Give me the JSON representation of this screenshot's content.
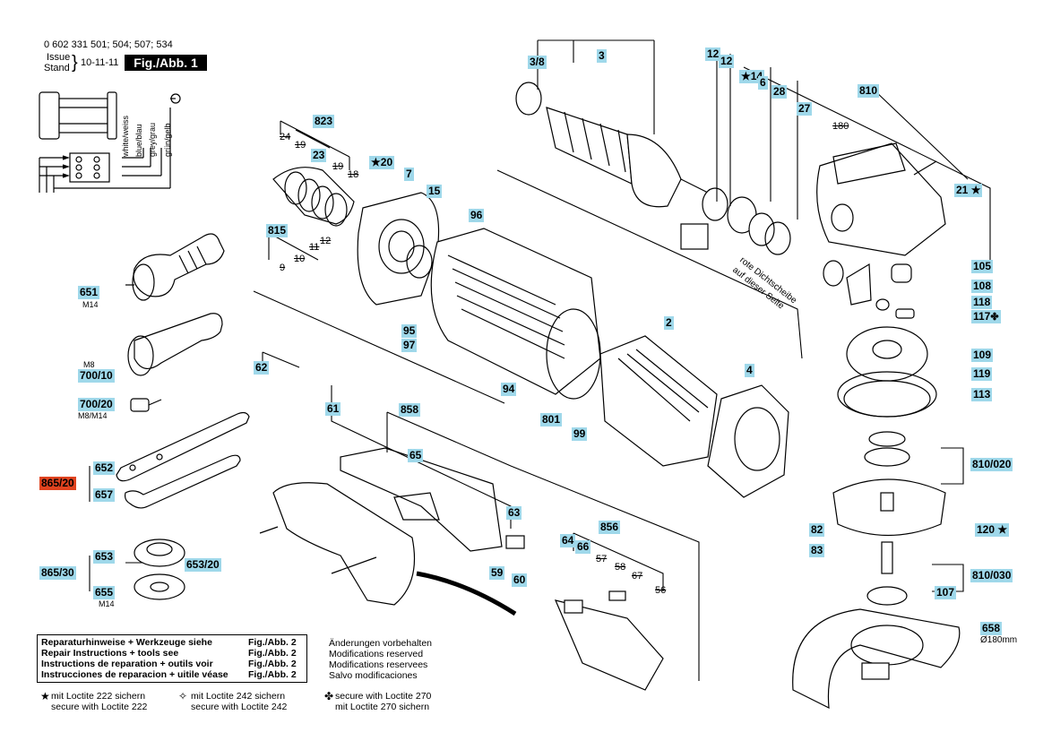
{
  "header": {
    "part_numbers": "0 602 331 501; 504; 507; 534",
    "issue_label": "Issue",
    "stand_label": "Stand",
    "date": "10-11-11",
    "figure": "Fig./Abb. 1"
  },
  "wires": [
    "white/weiss",
    "blue/blau",
    "grey/grau",
    "grün/gelb"
  ],
  "labels": [
    {
      "id": "3/8",
      "text": "3/8"
    },
    {
      "id": "3",
      "text": "3"
    },
    {
      "id": "12a",
      "text": "12"
    },
    {
      "id": "12b",
      "text": "12"
    },
    {
      "id": "14",
      "text": "14"
    },
    {
      "id": "6",
      "text": "6"
    },
    {
      "id": "28",
      "text": "28"
    },
    {
      "id": "810",
      "text": "810"
    },
    {
      "id": "27",
      "text": "27"
    },
    {
      "id": "823",
      "text": "823"
    },
    {
      "id": "23",
      "text": "23"
    },
    {
      "id": "20",
      "text": "20"
    },
    {
      "id": "7",
      "text": "7"
    },
    {
      "id": "15",
      "text": "15"
    },
    {
      "id": "96",
      "text": "96"
    },
    {
      "id": "21",
      "text": "21"
    },
    {
      "id": "815",
      "text": "815"
    },
    {
      "id": "105",
      "text": "105"
    },
    {
      "id": "108",
      "text": "108"
    },
    {
      "id": "118",
      "text": "118"
    },
    {
      "id": "117",
      "text": "117"
    },
    {
      "id": "651",
      "text": "651"
    },
    {
      "id": "95",
      "text": "95"
    },
    {
      "id": "97",
      "text": "97"
    },
    {
      "id": "2",
      "text": "2"
    },
    {
      "id": "109",
      "text": "109"
    },
    {
      "id": "119",
      "text": "119"
    },
    {
      "id": "113",
      "text": "113"
    },
    {
      "id": "700/10",
      "text": "700/10"
    },
    {
      "id": "62",
      "text": "62"
    },
    {
      "id": "4",
      "text": "4"
    },
    {
      "id": "94",
      "text": "94"
    },
    {
      "id": "700/20",
      "text": "700/20"
    },
    {
      "id": "61",
      "text": "61"
    },
    {
      "id": "858",
      "text": "858"
    },
    {
      "id": "801",
      "text": "801"
    },
    {
      "id": "99",
      "text": "99"
    },
    {
      "id": "65",
      "text": "65"
    },
    {
      "id": "810/020",
      "text": "810/020"
    },
    {
      "id": "652",
      "text": "652"
    },
    {
      "id": "865/20",
      "text": "865/20"
    },
    {
      "id": "657",
      "text": "657"
    },
    {
      "id": "63",
      "text": "63"
    },
    {
      "id": "856",
      "text": "856"
    },
    {
      "id": "82",
      "text": "82"
    },
    {
      "id": "120",
      "text": "120"
    },
    {
      "id": "64",
      "text": "64"
    },
    {
      "id": "66",
      "text": "66"
    },
    {
      "id": "83",
      "text": "83"
    },
    {
      "id": "653",
      "text": "653"
    },
    {
      "id": "653/20",
      "text": "653/20"
    },
    {
      "id": "865/30",
      "text": "865/30"
    },
    {
      "id": "59",
      "text": "59"
    },
    {
      "id": "60",
      "text": "60"
    },
    {
      "id": "810/030",
      "text": "810/030"
    },
    {
      "id": "655",
      "text": "655"
    },
    {
      "id": "107",
      "text": "107"
    },
    {
      "id": "658",
      "text": "658"
    }
  ],
  "struck_labels": [
    "24",
    "19",
    "19",
    "18",
    "180",
    "11",
    "12",
    "9",
    "10",
    "57",
    "58",
    "67",
    "56"
  ],
  "sub_labels": {
    "651": "M14",
    "700_10": "M8",
    "700_20": "M8/M14",
    "655": "M14",
    "658": "Ø180mm"
  },
  "seal_note": [
    "rote Dichtscheibe",
    "auf dieser Seite"
  ],
  "reference": [
    {
      "text": "Reparaturhinweise + Werkzeuge siehe",
      "fig": "Fig./Abb. 2"
    },
    {
      "text": "Repair Instructions + tools see",
      "fig": "Fig./Abb. 2"
    },
    {
      "text": "Instructions de reparation + outils voir",
      "fig": "Fig./Abb. 2"
    },
    {
      "text": "Instrucciones de reparacion + uitile véase",
      "fig": "Fig./Abb. 2"
    }
  ],
  "notes": [
    "Änderungen vorbehalten",
    "Modifications reserved",
    "Modifications reservees",
    "Salvo modificaciones"
  ],
  "legend": [
    {
      "symbol": "star-icon",
      "line1": "mit Loctite 222 sichern",
      "line2": "secure with Loctite 222"
    },
    {
      "symbol": "sparkle-icon",
      "line1": "mit Loctite 242 sichern",
      "line2": "secure with Loctite 242"
    },
    {
      "symbol": "club-icon",
      "line1": "secure with Loctite 270",
      "line2": "mit Loctite 270 sichern"
    }
  ],
  "colors": {
    "label_bg": "#9fd8ea",
    "highlight_bg": "#e0431f"
  }
}
